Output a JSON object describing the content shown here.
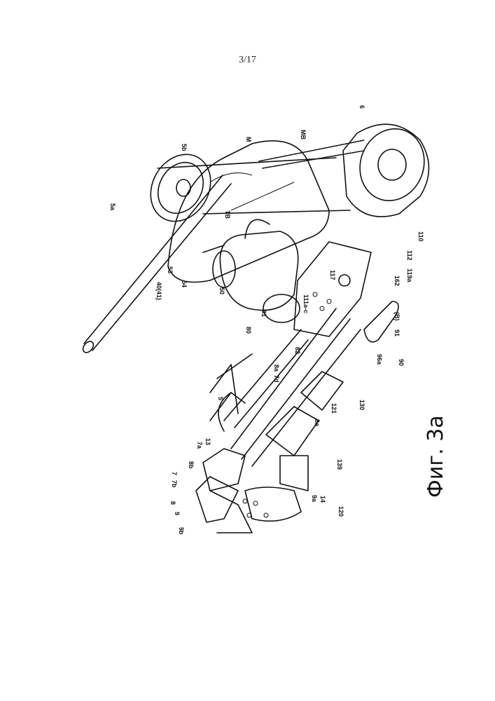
{
  "page_number": "3/17",
  "figure_caption": "Фиг. 3a",
  "labels": [
    "M",
    "MB",
    "5b",
    "6",
    "5a",
    "TB",
    "53",
    "54",
    "40(41)",
    "50",
    "81",
    "80",
    "117",
    "111a-c",
    "110",
    "112",
    "119a",
    "162",
    "(B)",
    "91",
    "90",
    "96a",
    "82",
    "5",
    "7d",
    "8a",
    "121",
    "130",
    "9a",
    "7a",
    "13",
    "8b",
    "7",
    "7b",
    "8",
    "9",
    "9b",
    "9a",
    "14",
    "120",
    "139"
  ]
}
